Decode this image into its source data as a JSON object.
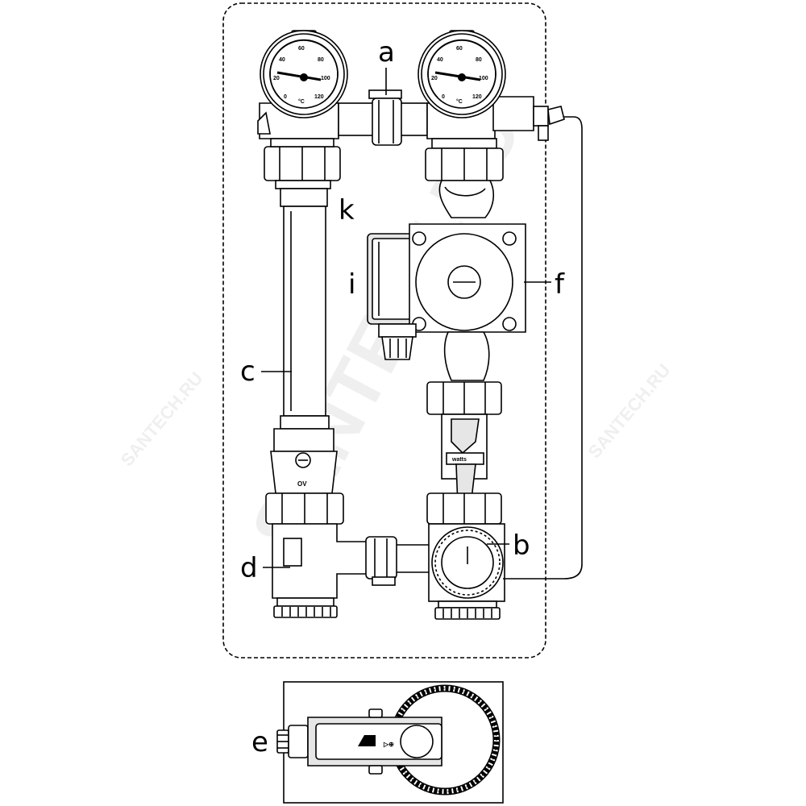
{
  "callouts": {
    "a": "a",
    "b": "b",
    "c": "c",
    "d": "d",
    "e": "e",
    "f": "f",
    "i": "i",
    "k": "k"
  },
  "gauge_left": {
    "ticks": [
      "0",
      "20",
      "40",
      "60",
      "80",
      "100",
      "120"
    ],
    "unit": "°C"
  },
  "gauge_right": {
    "ticks": [
      "0",
      "20",
      "40",
      "60",
      "80",
      "100",
      "120"
    ],
    "unit": "°C"
  },
  "valve_mark": "OV",
  "handle_brand": "watts",
  "actuator_symbol": "▷⊕",
  "watermark": {
    "main": "SANTECH.RU",
    "side": "SANTECH.RU"
  },
  "icons": {
    "thermometer_gauge": "thermometer-gauge-icon",
    "pump": "circulation-pump-icon",
    "ball_valve": "ball-valve-icon",
    "mixing_valve": "mixing-valve-icon",
    "actuator": "actuator-icon"
  }
}
